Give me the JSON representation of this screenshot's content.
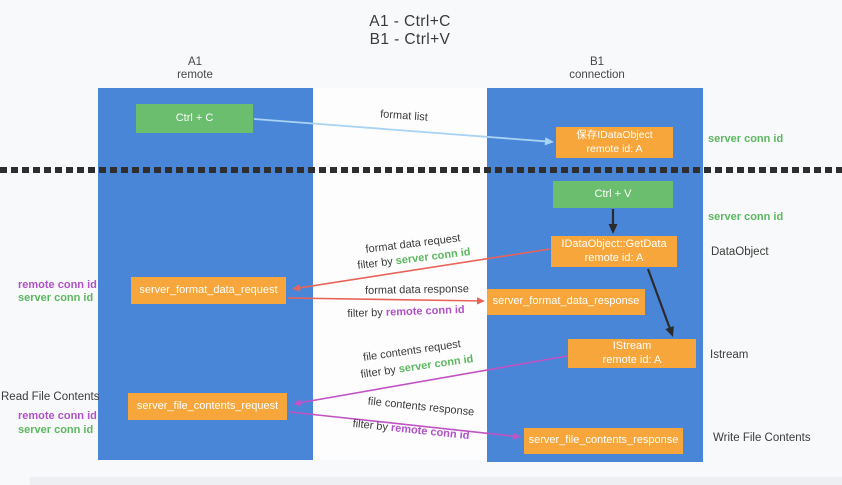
{
  "title": {
    "line1": "A1 - Ctrl+C",
    "line2": "B1 - Ctrl+V"
  },
  "columns": {
    "a1": {
      "name": "A1",
      "subtitle": "remote"
    },
    "b1": {
      "name": "B1",
      "subtitle": "connection"
    }
  },
  "boxes": {
    "ctrl_c": "Ctrl + C",
    "ctrl_v": "Ctrl + V",
    "save_idataobject": {
      "line1": "保存IDataObject",
      "line2": "remote id: A"
    },
    "getdata": {
      "line1": "IDataObject::GetData",
      "line2": "remote id: A"
    },
    "istream": {
      "line1": "IStream",
      "line2": "remote id: A"
    },
    "format_request": "server_format_data_request",
    "format_response": "server_format_data_response",
    "file_request": "server_file_contents_request",
    "file_response": "server_file_contents_response"
  },
  "flow_labels": {
    "format_list": "format list",
    "format_data_request": "format data request",
    "format_data_request_filter_prefix": "filter by ",
    "format_data_request_filter_key": "server conn id",
    "format_data_response": "format data response",
    "format_data_response_filter_prefix": "filter by ",
    "format_data_response_filter_key": "remote conn id",
    "file_contents_request": "file contents request",
    "file_contents_request_filter_prefix": "filter by ",
    "file_contents_request_filter_key": "server conn id",
    "file_contents_response": "file contents response",
    "file_contents_response_filter_prefix": "filter by ",
    "file_contents_response_filter_key": "remote conn id"
  },
  "side_labels": {
    "left_top_remote": "remote conn id",
    "left_top_server": "server conn id",
    "read_file_contents": "Read File Contents",
    "left_bottom_remote": "remote conn id",
    "left_bottom_server": "server conn id",
    "right_top_server": "server conn id",
    "right_mid_server": "server conn id",
    "dataobject": "DataObject",
    "istream": "Istream",
    "write_file_contents": "Write File Contents"
  },
  "colors": {
    "column_blue": "#4a86d8",
    "box_green": "#6abe6e",
    "box_orange": "#f6a63a",
    "arrow_lightblue": "#a9d3f2",
    "arrow_red": "#e86459",
    "arrow_magenta": "#c153c5",
    "arrow_black": "#2b2b2b",
    "text_green": "#5cb860",
    "text_purple": "#b151c9"
  }
}
